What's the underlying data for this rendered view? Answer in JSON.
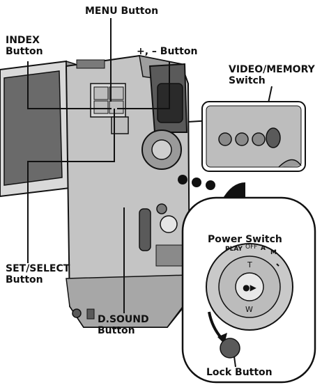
{
  "labels": {
    "menu": "MENU Button",
    "index_line1": "INDEX",
    "index_line2": "Button",
    "plus_minus": "+, – Button",
    "video_memory_line1": "VIDEO/MEMORY",
    "video_memory_line2": "Switch",
    "power_switch": "Power Switch",
    "set_select_line1": "SET/SELECT",
    "set_select_line2": "Button",
    "dsound_line1": "D.SOUND",
    "dsound_line2": "Button",
    "lock_button": "Lock Button"
  },
  "dial_marks": {
    "play": "PLAY",
    "off": "OFF",
    "auto": "A",
    "manual": "M",
    "top": "T",
    "bottom": "W"
  },
  "colors": {
    "ink": "#111111",
    "body_gray": "#b8b8b8",
    "dark_gray": "#5a5a5a",
    "screen": "#6a6a6a"
  }
}
